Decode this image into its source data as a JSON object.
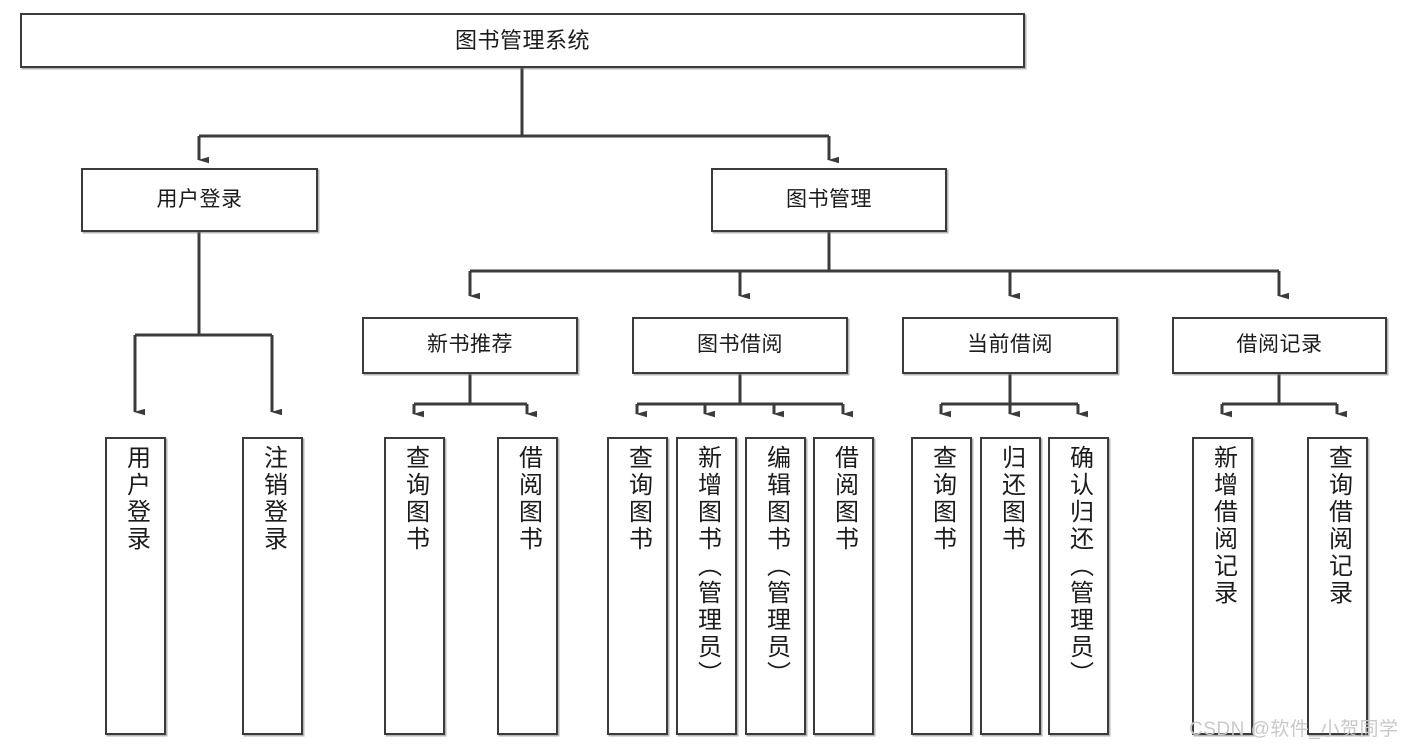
{
  "diagram": {
    "type": "tree",
    "title": "图书管理系统",
    "root": {
      "label": "图书管理系统"
    },
    "level2": [
      {
        "label": "用户登录"
      },
      {
        "label": "图书管理"
      }
    ],
    "level3": [
      {
        "label": "新书推荐"
      },
      {
        "label": "图书借阅"
      },
      {
        "label": "当前借阅"
      },
      {
        "label": "借阅记录"
      }
    ],
    "leaves": {
      "user_login": [
        {
          "label": "用户登录"
        },
        {
          "label": "注销登录"
        }
      ],
      "new_book_recommend": [
        {
          "label": "查询图书"
        },
        {
          "label": "借阅图书"
        }
      ],
      "book_borrow": [
        {
          "label": "查询图书"
        },
        {
          "label": "新增图书（管理员）"
        },
        {
          "label": "编辑图书（管理员）"
        },
        {
          "label": "借阅图书"
        }
      ],
      "current_borrow": [
        {
          "label": "查询图书"
        },
        {
          "label": "归还图书"
        },
        {
          "label": "确认归还（管理员）"
        }
      ],
      "borrow_record": [
        {
          "label": "新增借阅记录"
        },
        {
          "label": "查询借阅记录"
        }
      ]
    },
    "watermark": "CSDN @软件_小贺同学",
    "colors": {
      "stroke": "#3b3b3b",
      "fill": "#ffffff",
      "text": "#1b1b1b",
      "watermark": "#c9c9c9"
    }
  }
}
